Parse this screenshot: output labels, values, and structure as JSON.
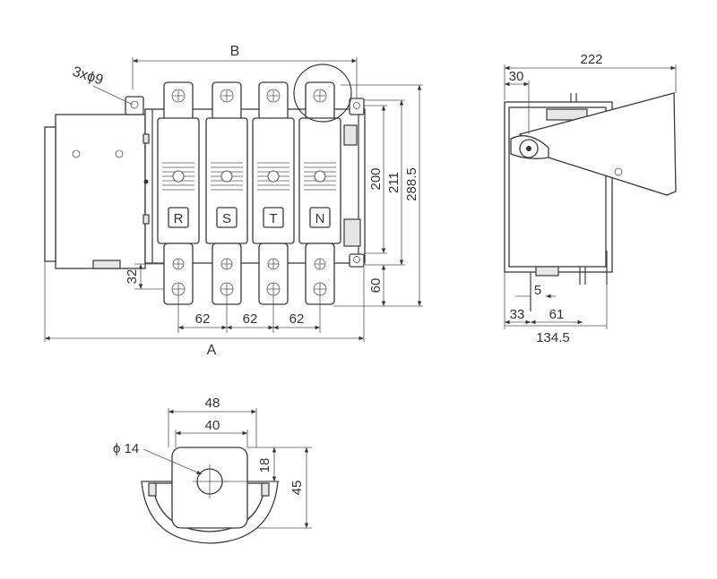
{
  "front_view": {
    "label_a": "A",
    "label_b": "B",
    "holes": "3xϕ9",
    "dim_32": "32",
    "dim_62_left": "62",
    "dim_62_mid": "62",
    "dim_62_right": "62",
    "dim_200": "200",
    "dim_211": "211",
    "dim_288_5": "288.5",
    "dim_60": "60",
    "poles": [
      "R",
      "S",
      "T",
      "N"
    ]
  },
  "side_view": {
    "dim_222": "222",
    "dim_30": "30",
    "dim_5": "5",
    "dim_33": "33",
    "dim_61": "61",
    "dim_134_5": "134.5"
  },
  "terminal_detail": {
    "dim_48": "48",
    "dim_40": "40",
    "hole": "ϕ 14",
    "dim_18": "18",
    "dim_45": "45"
  }
}
